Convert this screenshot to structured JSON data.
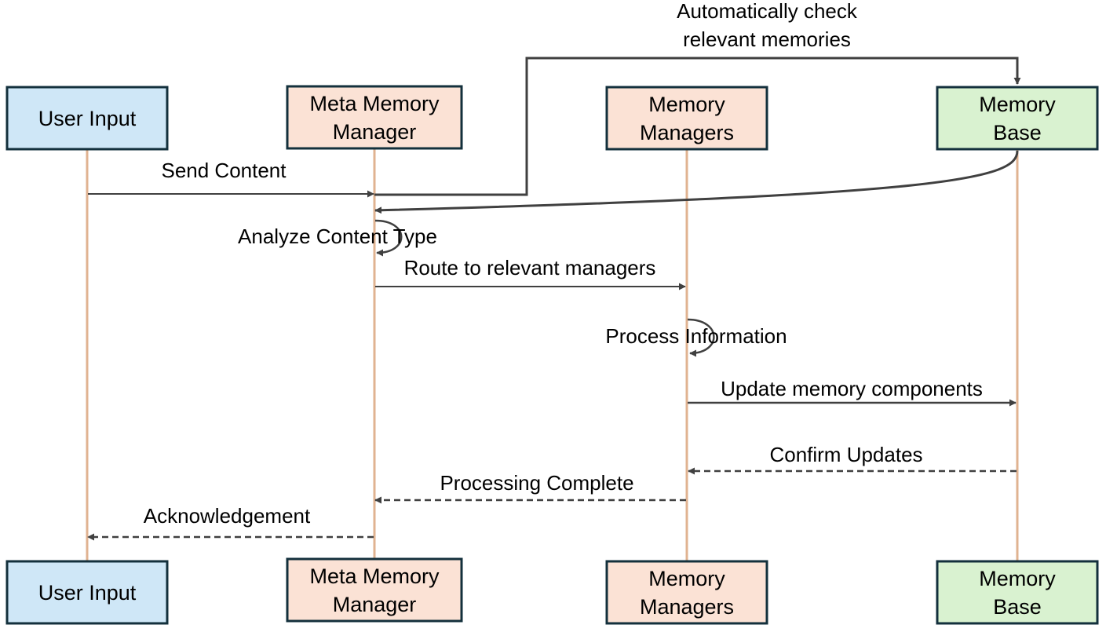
{
  "colors": {
    "user": "#cfe7f7",
    "meta": "#fbe2d5",
    "managers": "#fbe2d5",
    "base": "#d9f2d0",
    "box_border": "#13303c",
    "lifeline": "#e0b391",
    "arrow": "#404040"
  },
  "participants": {
    "user": {
      "lines": [
        "User Input"
      ]
    },
    "meta": {
      "lines": [
        "Meta Memory",
        "Manager"
      ]
    },
    "managers": {
      "lines": [
        "Memory",
        "Managers"
      ]
    },
    "base": {
      "lines": [
        "Memory",
        "Base"
      ]
    }
  },
  "messages": {
    "auto_check": {
      "lines": [
        "Automatically check",
        "relevant memories"
      ],
      "style": "solid"
    },
    "send_content": {
      "text": "Send Content",
      "style": "solid"
    },
    "analyze": {
      "text": "Analyze Content Type",
      "style": "self"
    },
    "route": {
      "text": "Route to relevant managers",
      "style": "solid"
    },
    "process": {
      "text": "Process Information",
      "style": "self"
    },
    "update": {
      "text": "Update memory components",
      "style": "solid"
    },
    "confirm": {
      "text": "Confirm Updates",
      "style": "dashed"
    },
    "complete": {
      "text": "Processing Complete",
      "style": "dashed"
    },
    "ack": {
      "text": "Acknowledgement",
      "style": "dashed"
    }
  }
}
